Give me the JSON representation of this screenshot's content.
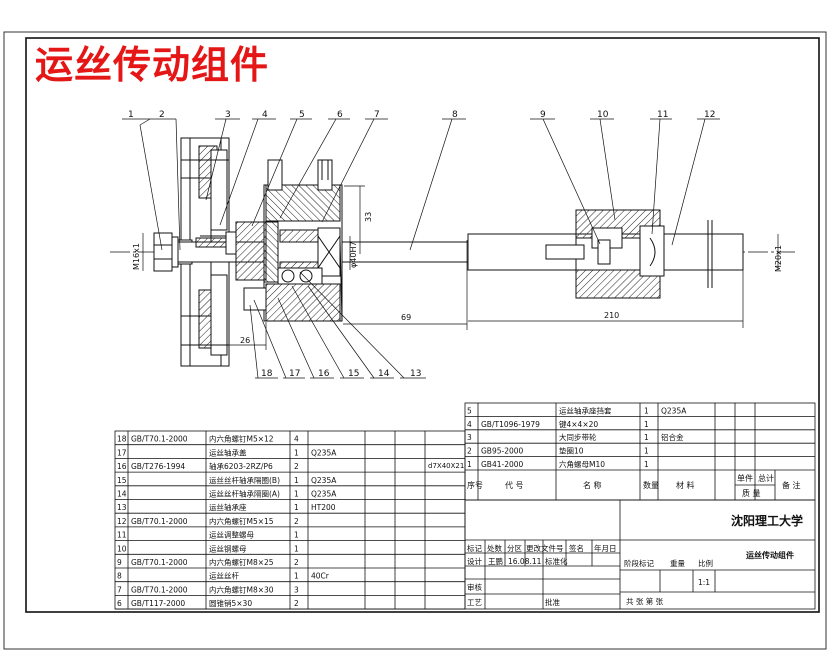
{
  "title": "运丝传动组件",
  "balloons": [
    "1",
    "2",
    "3",
    "4",
    "5",
    "6",
    "7",
    "8",
    "9",
    "10",
    "11",
    "12",
    "13",
    "14",
    "15",
    "16",
    "17",
    "18"
  ],
  "dimensions": {
    "d33": "33",
    "d40": "φ40H7",
    "d69": "69",
    "d210": "210",
    "d26": "26",
    "m20": "M20x1",
    "m16": "M16x1"
  },
  "bom_left": [
    {
      "no": "18",
      "code": "GB/T70.1-2000",
      "name": "内六角螺钉M5×12",
      "qty": "4",
      "mat": ""
    },
    {
      "no": "17",
      "code": "",
      "name": "运丝轴承盖",
      "qty": "1",
      "mat": "Q235A"
    },
    {
      "no": "16",
      "code": "GB/T276-1994",
      "name": "轴承6203-2RZ/P6",
      "qty": "2",
      "mat": ""
    },
    {
      "no": "15",
      "code": "",
      "name": "运丝丝杆轴承隔圈(B)",
      "qty": "1",
      "mat": "Q235A"
    },
    {
      "no": "14",
      "code": "",
      "name": "运丝丝杆轴承隔圈(A)",
      "qty": "1",
      "mat": "Q235A"
    },
    {
      "no": "13",
      "code": "",
      "name": "运丝轴承座",
      "qty": "1",
      "mat": "HT200"
    },
    {
      "no": "12",
      "code": "GB/T70.1-2000",
      "name": "内六角螺钉M5×15",
      "qty": "2",
      "mat": ""
    },
    {
      "no": "11",
      "code": "",
      "name": "运丝调整螺母",
      "qty": "1",
      "mat": ""
    },
    {
      "no": "10",
      "code": "",
      "name": "运丝钢螺母",
      "qty": "1",
      "mat": ""
    },
    {
      "no": "9",
      "code": "GB/T70.1-2000",
      "name": "内六角螺钉M8×25",
      "qty": "2",
      "mat": ""
    },
    {
      "no": "8",
      "code": "",
      "name": "运丝丝杆",
      "qty": "1",
      "mat": "40Cr"
    },
    {
      "no": "7",
      "code": "GB/T70.1-2000",
      "name": "内六角螺钉M8×30",
      "qty": "3",
      "mat": ""
    },
    {
      "no": "6",
      "code": "GB/T117-2000",
      "name": "圆锥销5×30",
      "qty": "2",
      "mat": ""
    }
  ],
  "bom_right": [
    {
      "no": "5",
      "code": "",
      "name": "运丝轴承座挡套",
      "qty": "1",
      "mat": "Q235A"
    },
    {
      "no": "4",
      "code": "GB/T1096-1979",
      "name": "键4×4×20",
      "qty": "1",
      "mat": ""
    },
    {
      "no": "3",
      "code": "",
      "name": "大同步带轮",
      "qty": "1",
      "mat": "铝合金"
    },
    {
      "no": "2",
      "code": "GB95-2000",
      "name": "垫圈10",
      "qty": "1",
      "mat": ""
    },
    {
      "no": "1",
      "code": "GB41-2000",
      "name": "六角螺母M10",
      "qty": "1",
      "mat": ""
    }
  ],
  "bom_header": {
    "no": "序号",
    "code": "代 号",
    "name": "名 称",
    "qty": "数量",
    "mat": "材 料",
    "unit": "单件",
    "total": "总计",
    "weight": "质 量",
    "remark": "备 注"
  },
  "side_note": "d7X40X21",
  "title_block": {
    "university": "沈阳理工大学",
    "drawing_name": "运丝传动组件",
    "rev_headers": [
      "标记",
      "处数",
      "分区",
      "更改文件号",
      "签名",
      "年月日"
    ],
    "design_label": "设计",
    "designer": "王鹏",
    "date": "16.08.11",
    "std_label": "标准化",
    "review_label": "审核",
    "process_label": "工艺",
    "approve_label": "批准",
    "stage_label": "阶段标记",
    "weight_label": "重量",
    "scale_label": "比例",
    "scale": "1:1",
    "sheets_label": "共 张 第 张"
  },
  "colors": {
    "title": "#e51616",
    "line": "#111111",
    "hatch": "#222222"
  }
}
